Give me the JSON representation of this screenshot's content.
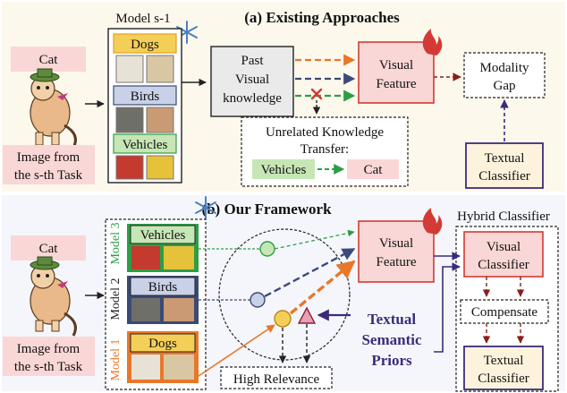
{
  "panel_a": {
    "title": "(a) Existing Approaches",
    "input_label": "Cat",
    "image_caption_line1": "Image from",
    "image_caption_line2": "the s-th Task",
    "model_label": "Model s-1",
    "categories": [
      "Dogs",
      "Birds",
      "Vehicles"
    ],
    "past_knowledge_lines": [
      "Past",
      "Visual",
      "knowledge"
    ],
    "visual_feature_lines": [
      "Visual",
      "Feature"
    ],
    "modality_gap_lines": [
      "Modality",
      "Gap"
    ],
    "transfer_lines": [
      "Unrelated Knowledge",
      "Transfer:"
    ],
    "transfer_from": "Vehicles",
    "transfer_to": "Cat",
    "textual_classifier_lines": [
      "Textual",
      "Classifier"
    ]
  },
  "panel_b": {
    "title": "(b) Our Framework",
    "input_label": "Cat",
    "image_caption_line1": "Image from",
    "image_caption_line2": "the s-th Task",
    "models": [
      {
        "prefix": "Model 3",
        "category": "Vehicles",
        "color": "#2e9e46"
      },
      {
        "prefix": "Model 2",
        "category": "Birds",
        "color": "#3a4a74"
      },
      {
        "prefix": "Model 1",
        "category": "Dogs",
        "color": "#e8772a"
      }
    ],
    "visual_feature_lines": [
      "Visual",
      "Feature"
    ],
    "priors_lines": [
      "Textual",
      "Semantic",
      "Priors"
    ],
    "high_relevance": "High Relevance",
    "hybrid_title": "Hybrid Classifier",
    "visual_classifier_lines": [
      "Visual",
      "Classifier"
    ],
    "compensate": "Compensate",
    "textual_classifier_lines": [
      "Textual",
      "Classifier"
    ]
  },
  "colors": {
    "pink_fill": "#f9d7d6",
    "red_stroke": "#d33a35",
    "navy": "#3b2b7a",
    "green_fill": "#c7e6b5",
    "green_stroke": "#2e9e46",
    "yellow_fill": "#f4cf58",
    "orange": "#e8772a",
    "blue_fill": "#c9d1e8",
    "dark_red": "#8a1f1f",
    "panel_bg": "#fdf8ec"
  }
}
